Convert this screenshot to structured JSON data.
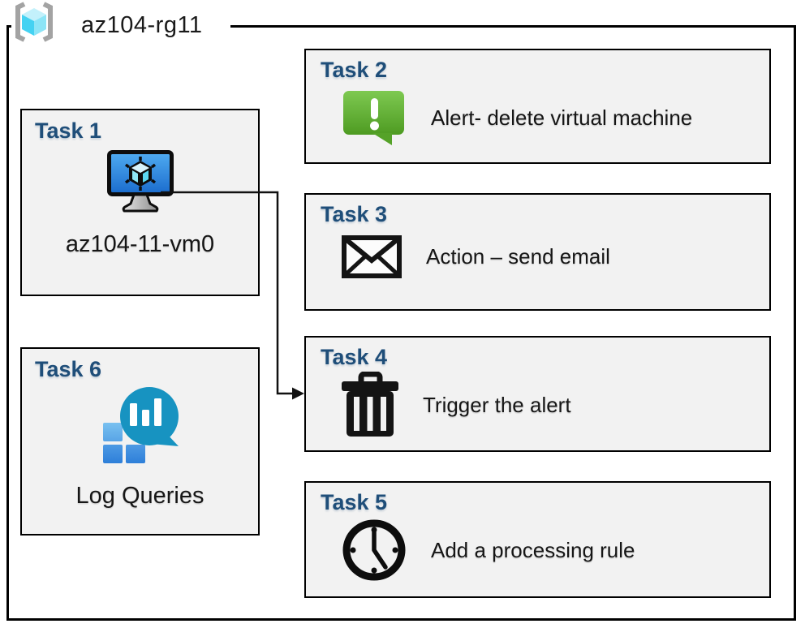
{
  "header": {
    "title": "az104-rg11",
    "icon": "resource-group-icon"
  },
  "tasks": [
    {
      "id": "task1",
      "title": "Task 1",
      "label": "az104-11-vm0",
      "icon": "virtual-machine-icon"
    },
    {
      "id": "task2",
      "title": "Task 2",
      "label": "Alert- delete virtual machine",
      "icon": "alert-message-icon"
    },
    {
      "id": "task3",
      "title": "Task 3",
      "label": "Action – send email",
      "icon": "email-envelope-icon"
    },
    {
      "id": "task4",
      "title": "Task 4",
      "label": "Trigger the alert",
      "icon": "trash-icon"
    },
    {
      "id": "task5",
      "title": "Task 5",
      "label": "Add a processing rule",
      "icon": "clock-icon"
    },
    {
      "id": "task6",
      "title": "Task 6",
      "label": "Log Queries",
      "icon": "log-analytics-icon"
    }
  ],
  "connector": {
    "from": "task1",
    "to": "task4"
  },
  "colors": {
    "task_title": "#1f4e79",
    "box_fill": "#f2f2f2",
    "box_border": "#000000",
    "alert_green_light": "#7ec951",
    "alert_green_dark": "#4e9b22",
    "vm_screen_light": "#50acf1",
    "vm_screen_dark": "#1a6bcd",
    "log_teal_light": "#41d1ea",
    "log_teal_dark": "#1793c1",
    "log_square_light": "#66b1ea",
    "log_square_dark": "#2e7fd9",
    "rg_cube_top": "#c3f1fb",
    "rg_cube_left": "#44d2f2",
    "rg_cube_right": "#8ce5f7",
    "bracket_gray": "#a3a3a3"
  }
}
